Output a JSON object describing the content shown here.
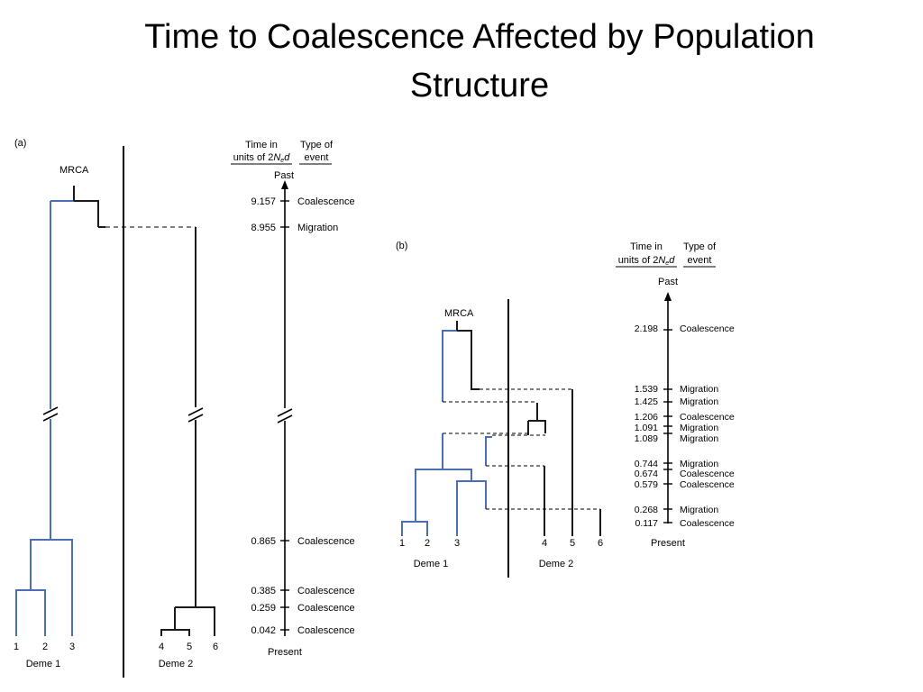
{
  "slide": {
    "title_line1": "Time to Coalescence Affected by Population",
    "title_line2": "Structure"
  },
  "panel_a": {
    "label": "(a)",
    "mrca": "MRCA",
    "time_header_line1": "Time in",
    "time_header_line2_prefix": "units of 2",
    "time_header_N": "N",
    "time_header_sub": "e",
    "time_header_suffix": "d",
    "type_header_line1": "Type of",
    "type_header_line2": "event",
    "past": "Past",
    "present": "Present",
    "deme1": "Deme 1",
    "deme2": "Deme 2",
    "tips": [
      "1",
      "2",
      "3",
      "4",
      "5",
      "6"
    ],
    "events": [
      {
        "time": "9.157",
        "type": "Coalescence"
      },
      {
        "time": "8.955",
        "type": "Migration"
      },
      {
        "time": "0.865",
        "type": "Coalescence"
      },
      {
        "time": "0.385",
        "type": "Coalescence"
      },
      {
        "time": "0.259",
        "type": "Coalescence"
      },
      {
        "time": "0.042",
        "type": "Coalescence"
      }
    ]
  },
  "panel_b": {
    "label": "(b)",
    "mrca": "MRCA",
    "time_header_line1": "Time in",
    "time_header_line2_prefix": "units of 2",
    "time_header_N": "N",
    "time_header_sub": "e",
    "time_header_suffix": "d",
    "type_header_line1": "Type of",
    "type_header_line2": "event",
    "past": "Past",
    "present": "Present",
    "deme1": "Deme 1",
    "deme2": "Deme 2",
    "tips": [
      "1",
      "2",
      "3",
      "4",
      "5",
      "6"
    ],
    "events": [
      {
        "time": "2.198",
        "type": "Coalescence"
      },
      {
        "time": "1.539",
        "type": "Migration"
      },
      {
        "time": "1.425",
        "type": "Migration"
      },
      {
        "time": "1.206",
        "type": "Coalescence"
      },
      {
        "time": "1.091",
        "type": "Migration"
      },
      {
        "time": "1.089",
        "type": "Migration"
      },
      {
        "time": "0.744",
        "type": "Migration"
      },
      {
        "time": "0.674",
        "type": "Coalescence"
      },
      {
        "time": "0.579",
        "type": "Coalescence"
      },
      {
        "time": "0.268",
        "type": "Migration"
      },
      {
        "time": "0.117",
        "type": "Coalescence"
      }
    ]
  },
  "colors": {
    "deme1_lineage": "#4a6fb5",
    "deme2_lineage": "#1a1a1a",
    "axis": "#000000"
  }
}
